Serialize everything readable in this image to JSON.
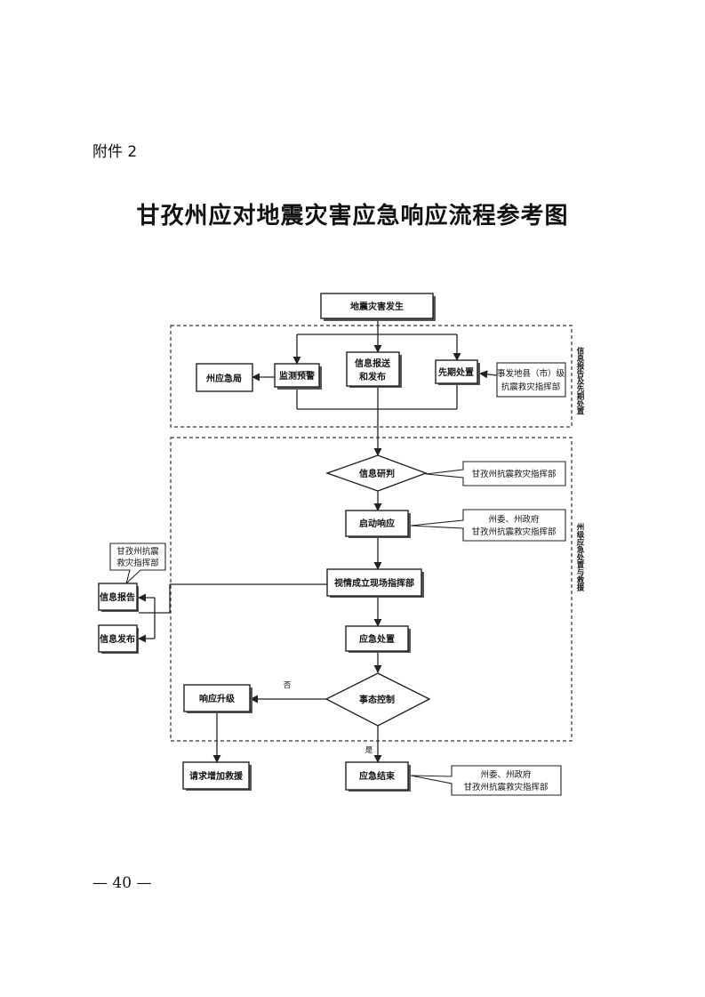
{
  "attachment_label": "附件 2",
  "title": "甘孜州应对地震灾害应急响应流程参考图",
  "page_number": "— 40 —",
  "diagram": {
    "start": "地震灾害发生",
    "county_bureau": "州应急局",
    "monitor": "监测预警",
    "info_release": [
      "信息报送",
      "和发布"
    ],
    "early_response": "先期处置",
    "county_hq": [
      "事发地县（市）级",
      "抗震救灾指挥部"
    ],
    "section1_label": "信息报告及先期处置",
    "info_judge": "信息研判",
    "judge_note": "甘孜州抗震救灾指挥部",
    "start_response": "启动响应",
    "response_note": [
      "州委、州政府",
      "甘孜州抗震救灾指挥部"
    ],
    "site_hq": "视情成立现场指挥部",
    "emergency_disposal": "应急处置",
    "situation_control": "事态控制",
    "upgrade": "响应升级",
    "request_rescue": "请求增加救援",
    "end": "应急结束",
    "end_note": [
      "州委、州政府",
      "甘孜州抗震救灾指挥部"
    ],
    "left_note": [
      "甘孜州抗震",
      "救灾指挥部"
    ],
    "info_report": "信息报告",
    "info_publish": "信息发布",
    "section2_label": "州级应急处置与救援",
    "no_label": "否",
    "yes_label": "是"
  }
}
